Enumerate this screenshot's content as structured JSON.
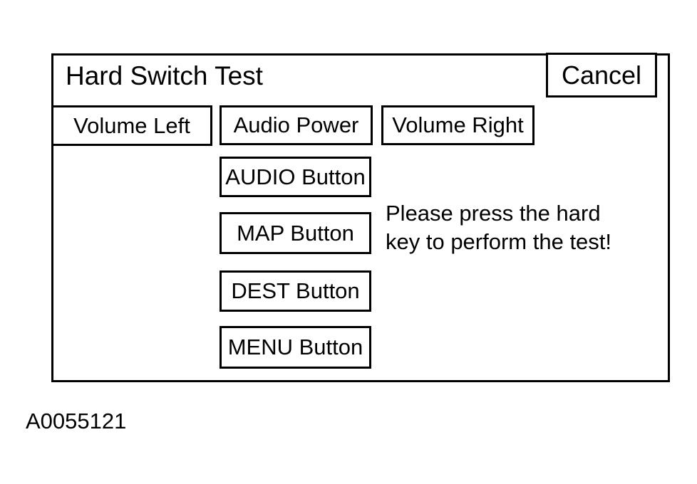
{
  "window": {
    "title": "Hard Switch Test",
    "cancel_button": "Cancel",
    "hard_keys": {
      "volume_left": "Volume Left",
      "audio_power": "Audio Power",
      "volume_right": "Volume Right",
      "audio": "AUDIO Button",
      "map": "MAP Button",
      "dest": "DEST Button",
      "menu": "MENU Button"
    },
    "instruction": {
      "line1": "Please press the hard",
      "line2": "key to perform the test!"
    }
  },
  "figure_label": "A0055121",
  "colors": {
    "foreground": "#000000",
    "background": "#ffffff"
  }
}
